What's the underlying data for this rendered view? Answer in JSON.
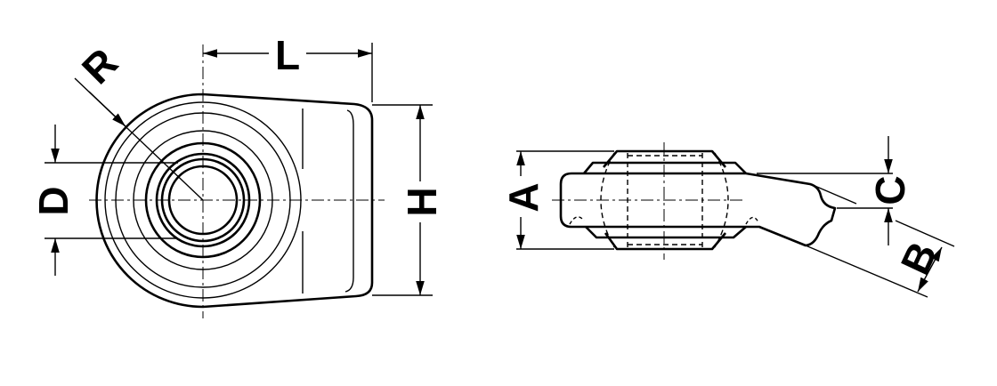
{
  "labels": {
    "radius": "R",
    "length": "L",
    "bore_diameter": "D",
    "height": "H",
    "ball_width": "A",
    "shank_thickness": "C",
    "shank_width": "B"
  }
}
